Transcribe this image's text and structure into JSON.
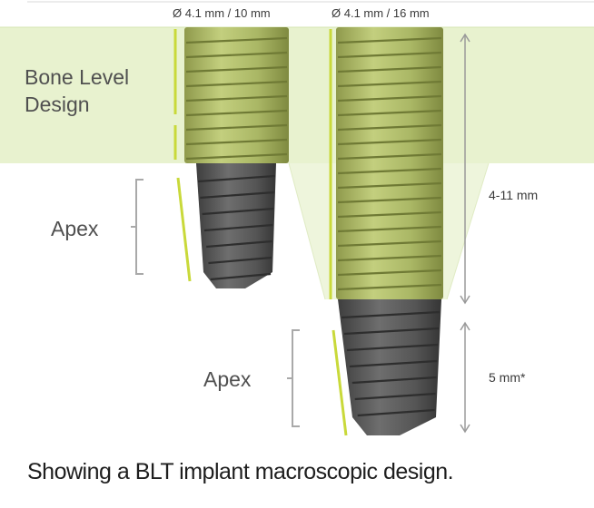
{
  "figure": {
    "implant_short": {
      "size_label": "Ø 4.1 mm / 10 mm"
    },
    "implant_long": {
      "size_label": "Ø 4.1 mm / 16 mm"
    },
    "bone_level_label": "Bone Level\nDesign",
    "apex_label_short": "Apex",
    "apex_label_long": "Apex",
    "measure_bone_level": "4-11 mm",
    "measure_apex": "5 mm*"
  },
  "colors": {
    "bone_band": "#e8f2cf",
    "implant_green": "#b5c26b",
    "implant_grey": "#5b5b5b",
    "marker_yellow": "#c9d93a",
    "bracket_grey": "#a9a9a9"
  },
  "caption": "Showing a BLT implant macroscopic design."
}
